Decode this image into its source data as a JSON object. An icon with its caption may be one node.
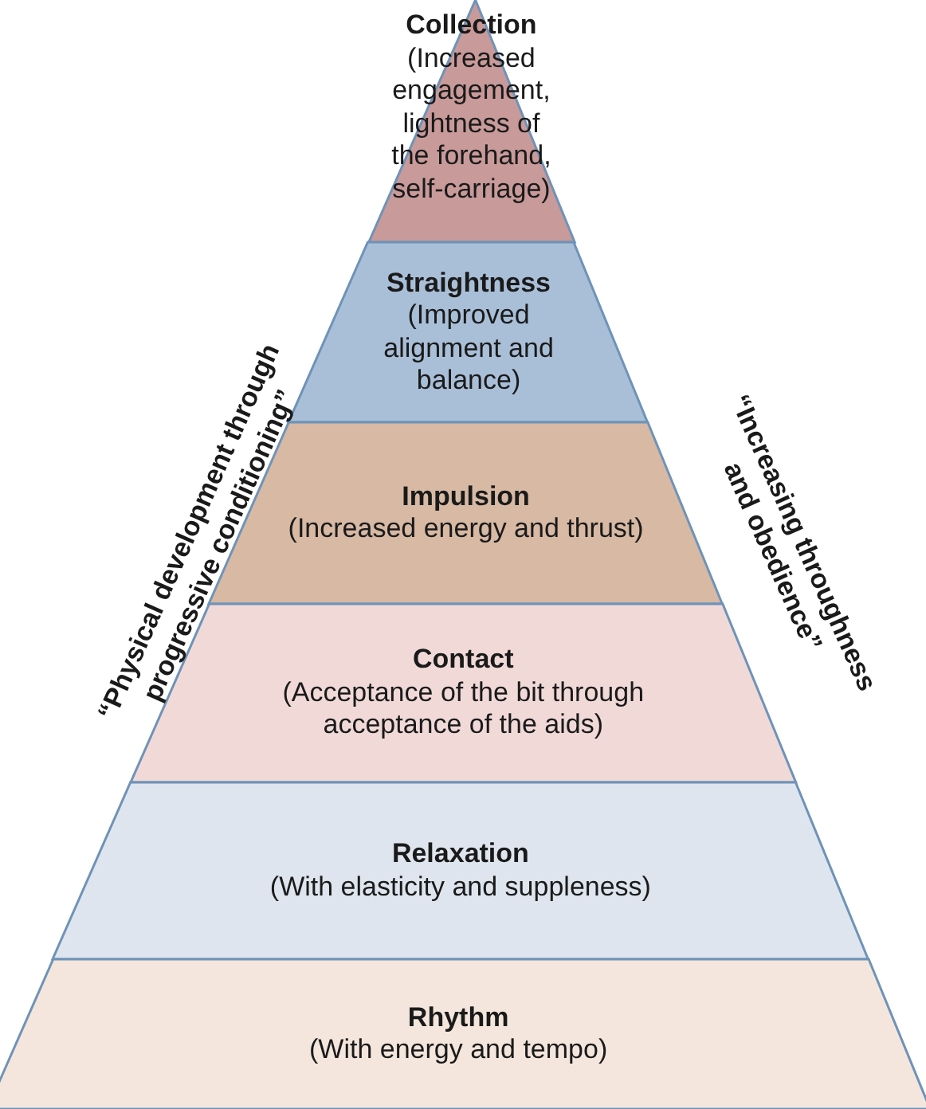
{
  "diagram": {
    "nodes": [
      {
        "text": [
          "Collection",
          "(Increased engagement, lightness of the forehand, self-carriage)"
        ]
      },
      {
        "text": [
          "Straightness",
          "(Improved alignment and balance)"
        ]
      },
      {
        "text": [
          "Impulsion",
          "(Increased energy and thrust)"
        ]
      },
      {
        "text": [
          "Contact",
          "(Acceptance of the bit through acceptance of the aids)"
        ]
      },
      {
        "text": [
          "Relaxation",
          "(With elasticity and suppleness)"
        ]
      },
      {
        "text": [
          "Rhythm",
          "(With energy and tempo)"
        ]
      }
    ],
    "labels": [
      "“Physical development through progressive conditioning”",
      "“Increasing throughness and obedience”"
    ]
  }
}
